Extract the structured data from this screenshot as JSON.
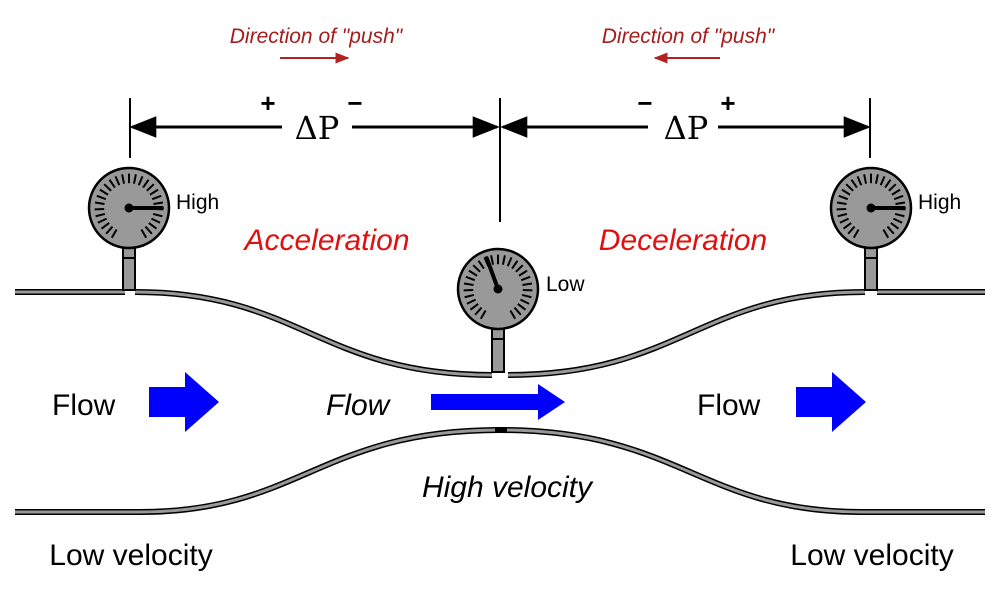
{
  "direction_push": {
    "left_label": "Direction of \"push\"",
    "right_label": "Direction of \"push\""
  },
  "pressure_drop": {
    "left_symbol": "ΔP",
    "right_symbol": "ΔP",
    "left_plus": "+",
    "left_minus": "−",
    "right_minus": "−",
    "right_plus": "+"
  },
  "phases": {
    "acceleration": "Acceleration",
    "deceleration": "Deceleration"
  },
  "gauges": {
    "left_reading": "High",
    "center_reading": "Low",
    "right_reading": "High"
  },
  "flow": {
    "left": "Flow",
    "center": "Flow",
    "right": "Flow"
  },
  "velocity": {
    "center": "High velocity",
    "left": "Low velocity",
    "right": "Low velocity"
  },
  "colors": {
    "push_red": "#a51c1c",
    "phase_red": "#e01010",
    "flow_blue": "#0000ff",
    "gauge_face": "#999999",
    "pipe_gray": "#999999"
  }
}
